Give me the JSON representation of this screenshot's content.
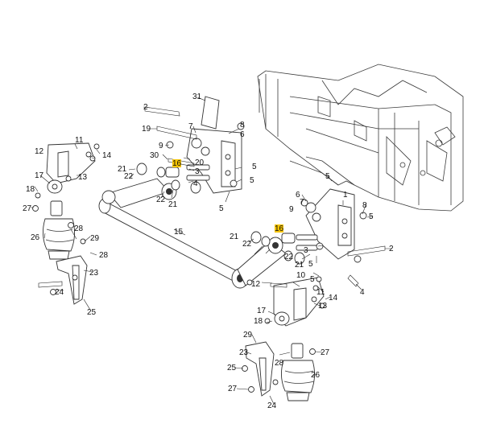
{
  "highlight_color": "#f5c400",
  "callouts": {
    "c2a": "2",
    "c8a": "8",
    "c19": "19",
    "c31": "31",
    "c7a": "7",
    "c9a": "9",
    "c30": "30",
    "c16a": "16",
    "c20": "20",
    "c3a": "3",
    "c4a": "4",
    "c5a": "5",
    "c5b": "5",
    "c5c": "5",
    "c21a": "21",
    "c22a": "22",
    "c22b": "22",
    "c21b": "21",
    "c12a": "12",
    "c11a": "11",
    "c14a": "14",
    "c13a": "13",
    "c17a": "17",
    "c18a": "18",
    "c27a": "27",
    "c26a": "26",
    "c28a": "28",
    "c29a": "29",
    "c28b": "28",
    "c23a": "23",
    "c24a": "24",
    "c25a": "25",
    "c15": "15",
    "c5d": "5",
    "c6b": "6",
    "c1b": "1",
    "c8b": "8",
    "c9b": "9",
    "c5e": "5",
    "c2b": "2",
    "c16b": "16",
    "c21c": "21",
    "c22c": "22",
    "c22d": "22",
    "c21d": "21",
    "c3b": "3",
    "c5f": "5",
    "c4b": "4",
    "c5g": "5",
    "c10b": "10",
    "c12b": "12",
    "c11b": "11",
    "c13b": "13",
    "c14b": "14",
    "c17b": "17",
    "c18b": "18",
    "c29b": "29",
    "c23b": "23",
    "c28c": "28",
    "c27b": "27",
    "c26b": "26",
    "c25b": "25",
    "c27c": "27",
    "c24b": "24"
  }
}
